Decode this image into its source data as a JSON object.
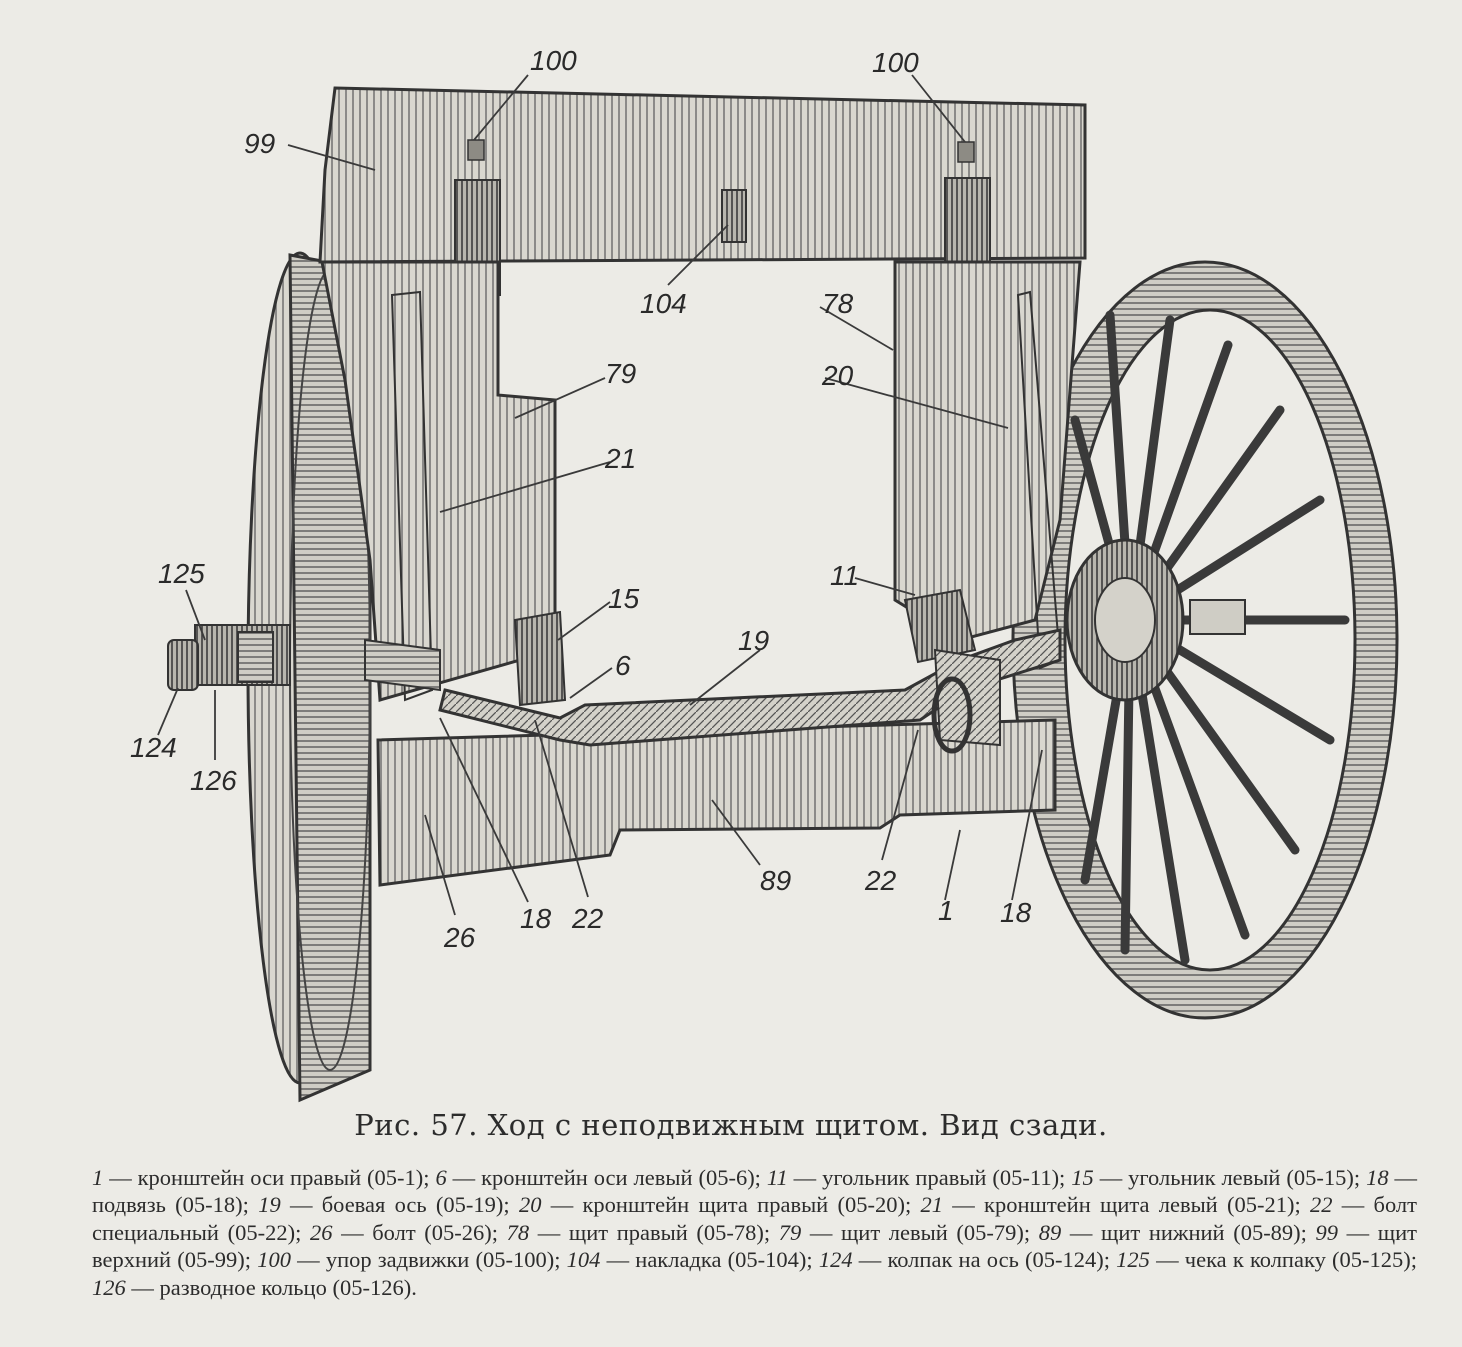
{
  "callouts": [
    {
      "id": "c100a",
      "text": "100"
    },
    {
      "id": "c100b",
      "text": "100"
    },
    {
      "id": "c99",
      "text": "99"
    },
    {
      "id": "c104",
      "text": "104"
    },
    {
      "id": "c78",
      "text": "78"
    },
    {
      "id": "c79",
      "text": "79"
    },
    {
      "id": "c20",
      "text": "20"
    },
    {
      "id": "c21",
      "text": "21"
    },
    {
      "id": "c125",
      "text": "125"
    },
    {
      "id": "c15",
      "text": "15"
    },
    {
      "id": "c11",
      "text": "11"
    },
    {
      "id": "c19",
      "text": "19"
    },
    {
      "id": "c6",
      "text": "6"
    },
    {
      "id": "c124",
      "text": "124"
    },
    {
      "id": "c126",
      "text": "126"
    },
    {
      "id": "c89",
      "text": "89"
    },
    {
      "id": "c22a",
      "text": "22"
    },
    {
      "id": "c22b",
      "text": "22"
    },
    {
      "id": "c26",
      "text": "26"
    },
    {
      "id": "c18a",
      "text": "18"
    },
    {
      "id": "c18b",
      "text": "18"
    },
    {
      "id": "c1",
      "text": "1"
    }
  ],
  "caption": "Рис. 57. Ход с неподвижным щитом. Вид сзади.",
  "legend": [
    {
      "num": "1",
      "text": " — кронштейн оси правый (05-1); "
    },
    {
      "num": "6",
      "text": " — кронштейн оси левый (05-6); "
    },
    {
      "num": "11",
      "text": " — угольник правый (05-11); "
    },
    {
      "num": "15",
      "text": " — угольник левый (05-15); "
    },
    {
      "num": "18",
      "text": " — подвязь (05-18); "
    },
    {
      "num": "19",
      "text": " — боевая ось (05-19); "
    },
    {
      "num": "20",
      "text": " — кронштейн щита правый (05-20); "
    },
    {
      "num": "21",
      "text": " — кронштейн щита левый (05-21); "
    },
    {
      "num": "22",
      "text": " — болт специальный (05-22); "
    },
    {
      "num": "26",
      "text": " — болт (05-26); "
    },
    {
      "num": "78",
      "text": " — щит правый (05-78); "
    },
    {
      "num": "79",
      "text": " — щит левый (05-79); "
    },
    {
      "num": "89",
      "text": " — щит нижний (05-89); "
    },
    {
      "num": "99",
      "text": " — щит верхний (05-99); "
    },
    {
      "num": "100",
      "text": " — упор задвижки (05-100); "
    },
    {
      "num": "104",
      "text": " — накладка (05-104); "
    },
    {
      "num": "124",
      "text": " — колпак на ось (05-124); "
    },
    {
      "num": "125",
      "text": " — чека к колпаку (05-125); "
    },
    {
      "num": "126",
      "text": " — разводное кольцо (05-126)."
    }
  ]
}
